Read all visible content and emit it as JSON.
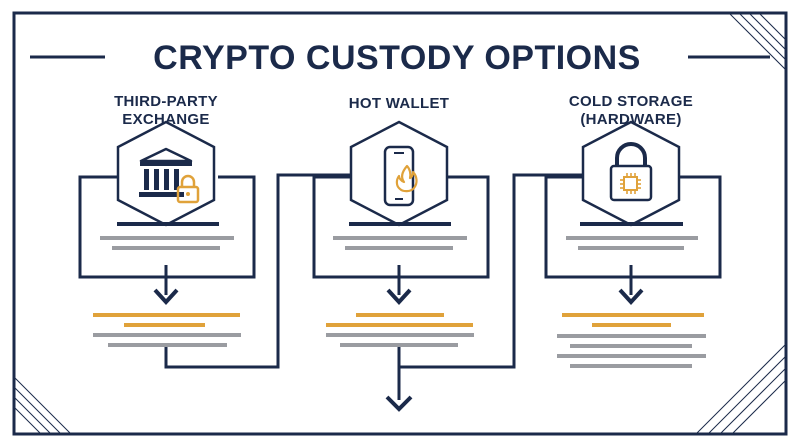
{
  "title": "CRYPTO CUSTODY OPTIONS",
  "colors": {
    "navy": "#1b2a4a",
    "gold": "#e0a23a",
    "gray": "#9a9ca1",
    "background": "#ffffff"
  },
  "columns": [
    {
      "label_lines": [
        "THIRD-PARTY",
        "EXCHANGE"
      ],
      "icon": "bank-lock-icon",
      "top_lines": [
        "navy",
        "gray",
        "gray"
      ],
      "bottom_lines": [
        "gold",
        "gold",
        "gray",
        "gray"
      ]
    },
    {
      "label_lines": [
        "HOT WALLET"
      ],
      "icon": "phone-fire-icon",
      "top_lines": [
        "navy",
        "gray",
        "gray"
      ],
      "bottom_lines": [
        "gold",
        "gold",
        "gray",
        "gray"
      ]
    },
    {
      "label_lines": [
        "COLD STORAGE",
        "(HARDWARE)"
      ],
      "icon": "padlock-chip-icon",
      "top_lines": [
        "navy",
        "gray",
        "gray"
      ],
      "bottom_lines": [
        "gold",
        "gold",
        "gray",
        "gray",
        "gray",
        "gray"
      ]
    }
  ]
}
